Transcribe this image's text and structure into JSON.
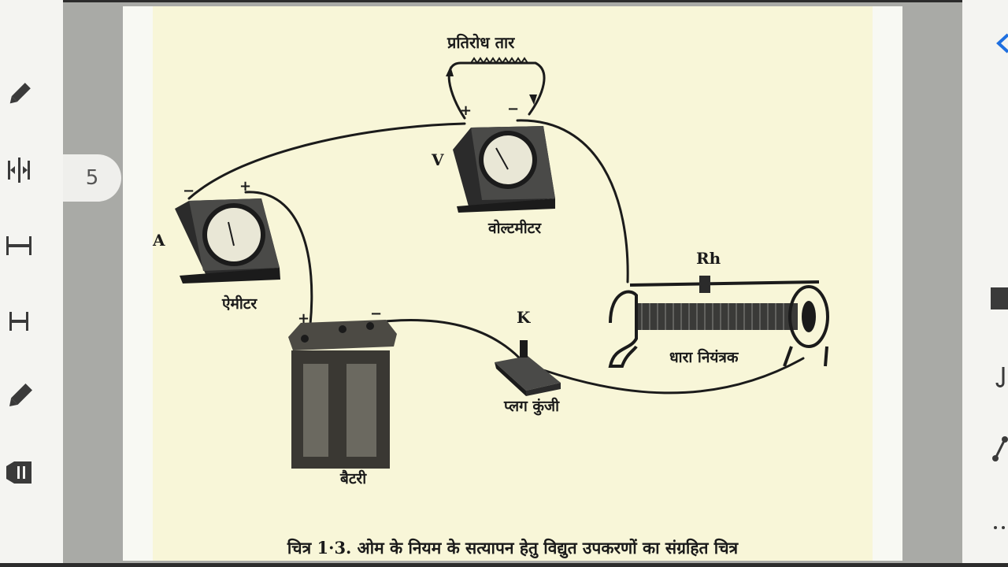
{
  "viewer": {
    "page_number": "5"
  },
  "left_toolbar": {
    "tools": [
      "pen-icon",
      "split-view-icon",
      "fit-width-icon",
      "fit-page-icon",
      "highlighter-icon",
      "eraser-icon"
    ]
  },
  "figure": {
    "labels": {
      "resistance_wire": "प्रतिरोध तार",
      "voltmeter_symbol": "V",
      "voltmeter": "वोल्टमीटर",
      "ammeter_symbol": "A",
      "ammeter": "ऐमीटर",
      "battery": "बैटरी",
      "key_symbol": "K",
      "plug_key": "प्लग कुंजी",
      "rheostat_symbol": "Rh",
      "rheostat": "धारा नियंत्रक",
      "plus": "+",
      "minus": "−"
    },
    "caption": "चित्र 1·3. ओम के नियम के सत्यापन हेतु विद्युत उपकरणों का संग्रहित चित्र"
  },
  "colors": {
    "paper": "#f8f6d8",
    "ink": "#1b1b1b",
    "accent_blue": "#1e6fe0"
  }
}
